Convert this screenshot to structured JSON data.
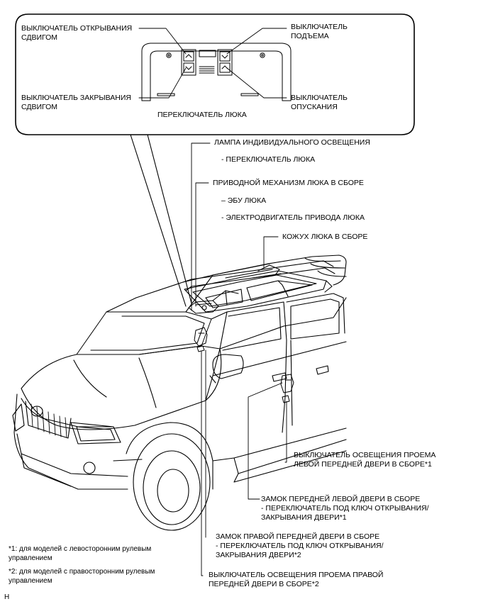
{
  "inset": {
    "switch_open_slide": "ВЫКЛЮЧАТЕЛЬ ОТКРЫВАНИЯ\nСДВИГОМ",
    "switch_close_slide": "ВЫКЛЮЧАТЕЛЬ ЗАКРЫВАНИЯ\nСДВИГОМ",
    "switch_tilt_up": "ВЫКЛЮЧАТЕЛЬ\nПОДЪЕМА",
    "switch_tilt_down": "ВЫКЛЮЧАТЕЛЬ\nОПУСКАНИЯ",
    "sunroof_switch": "ПЕРЕКЛЮЧАТЕЛЬ ЛЮКА"
  },
  "callouts": {
    "personal_lamp": "ЛАМПА ИНДИВИДУАЛЬНОГО ОСВЕЩЕНИЯ",
    "personal_lamp_sub": "- ПЕРЕКЛЮЧАТЕЛЬ ЛЮКА",
    "drive_gear": "ПРИВОДНОЙ МЕХАНИЗМ ЛЮКА В СБОРЕ",
    "drive_gear_sub1": "– ЭБУ ЛЮКА",
    "drive_gear_sub2": "- ЭЛЕКТРОДВИГАТЕЛЬ ПРИВОДА ЛЮКА",
    "housing": "КОЖУХ ЛЮКА В СБОРЕ",
    "left_courtesy": "ВЫКЛЮЧАТЕЛЬ ОСВЕЩЕНИЯ ПРОЕМА\nЛЕВОЙ ПЕРЕДНЕЙ ДВЕРИ В СБОРЕ*1",
    "left_lock": "ЗАМОК ПЕРЕДНЕЙ ЛЕВОЙ ДВЕРИ В СБОРЕ",
    "left_lock_sub": "- ПЕРЕКЛЮЧАТЕЛЬ ПОД КЛЮЧ ОТКРЫВАНИЯ/\nЗАКРЫВАНИЯ ДВЕРИ*1",
    "right_lock": "ЗАМОК ПРАВОЙ ПЕРЕДНЕЙ ДВЕРИ В СБОРЕ",
    "right_lock_sub": "- ПЕРЕКЛЮЧАТЕЛЬ ПОД КЛЮЧ ОТКРЫВАНИЯ/\nЗАКРЫВАНИЯ ДВЕРИ*2",
    "right_courtesy": "ВЫКЛЮЧАТЕЛЬ ОСВЕЩЕНИЯ ПРОЕМА ПРАВОЙ\nПЕРЕДНЕЙ ДВЕРИ В СБОРЕ*2"
  },
  "notes": {
    "note1": "*1: для моделей с левосторонним рулевым\nуправлением",
    "note2": "*2: для моделей с правосторонним рулевым\nуправлением"
  },
  "corner_mark": "H"
}
